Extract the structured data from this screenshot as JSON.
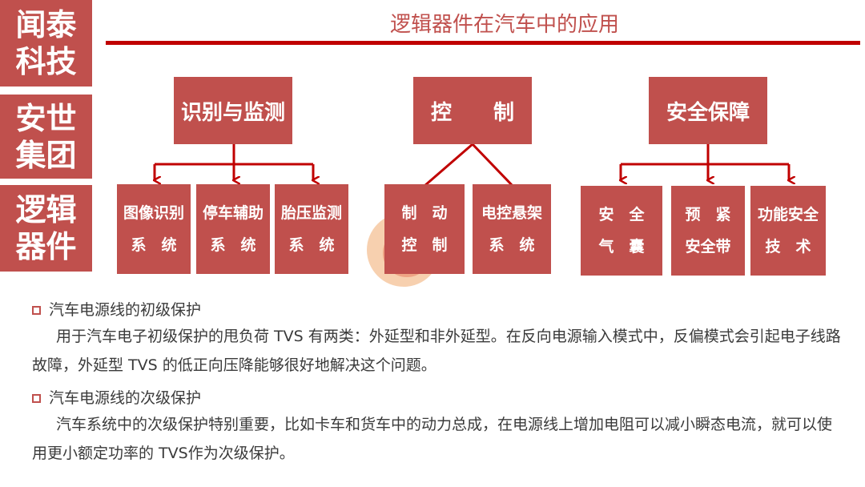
{
  "sidebar": {
    "block1": [
      "闻泰",
      "科技"
    ],
    "block2": [
      "安世",
      "集团"
    ],
    "block3": [
      "逻辑",
      "器件"
    ]
  },
  "title": "逻辑器件在汽车中的应用",
  "diagram": {
    "group1": {
      "label": "识别与监测",
      "children": [
        [
          "图像识别",
          "系　统"
        ],
        [
          "停车辅助",
          "系　统"
        ],
        [
          "胎压监测",
          "系　统"
        ]
      ]
    },
    "group2": {
      "label": "控　　制",
      "children": [
        [
          "制　动",
          "控　制"
        ],
        [
          "电控悬架",
          "系　统"
        ]
      ]
    },
    "group3": {
      "label": "安全保障",
      "children": [
        [
          "安　全",
          "气　囊"
        ],
        [
          "预　紧",
          "安全带"
        ],
        [
          "功能安全",
          "技　术"
        ]
      ]
    }
  },
  "content": {
    "heading1": "汽车电源线的初级保护",
    "para1": "用于汽车电子初级保护的甩负荷 TVS 有两类：外延型和非外延型。在反向电源输入模式中，反偏模式会引起电子线路故障，外延型 TVS 的低正向压降能够很好地解决这个问题。",
    "heading2": "汽车电源线的次级保护",
    "para2": "汽车系统中的次级保护特别重要，比如卡车和货车中的动力总成，在电源线上增加电阻可以减小瞬态电流，就可以使用更小额定功率的 TVS作为次级保护。"
  },
  "colors": {
    "accent": "#c0504d",
    "rule": "#c00000"
  }
}
